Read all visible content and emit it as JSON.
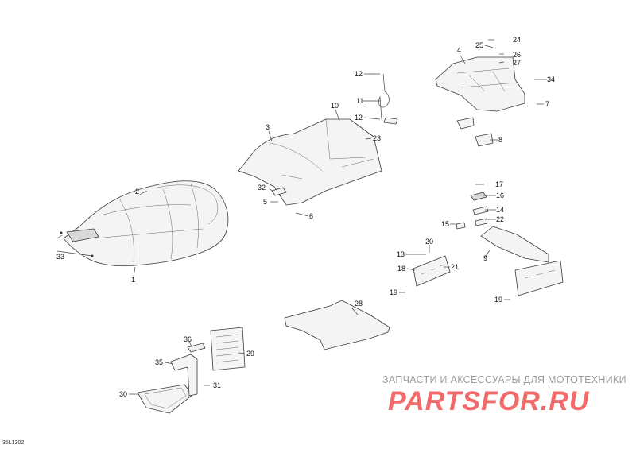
{
  "figure_code": "35L1302",
  "watermark": {
    "caption": "ЗАПЧАСТИ И АКСЕССУАРЫ ДЛЯ МОТОТЕХНИКИ",
    "logo": "PARTSFOR.RU"
  },
  "callouts": [
    "1",
    "2",
    "3",
    "4",
    "5",
    "6",
    "7",
    "8",
    "9",
    "10",
    "11",
    "12",
    "12",
    "13",
    "14",
    "15",
    "16",
    "17",
    "18",
    "19",
    "19",
    "20",
    "21",
    "22",
    "23",
    "24",
    "25",
    "26",
    "27",
    "28",
    "29",
    "30",
    "31",
    "32",
    "33",
    "34",
    "35",
    "36"
  ]
}
